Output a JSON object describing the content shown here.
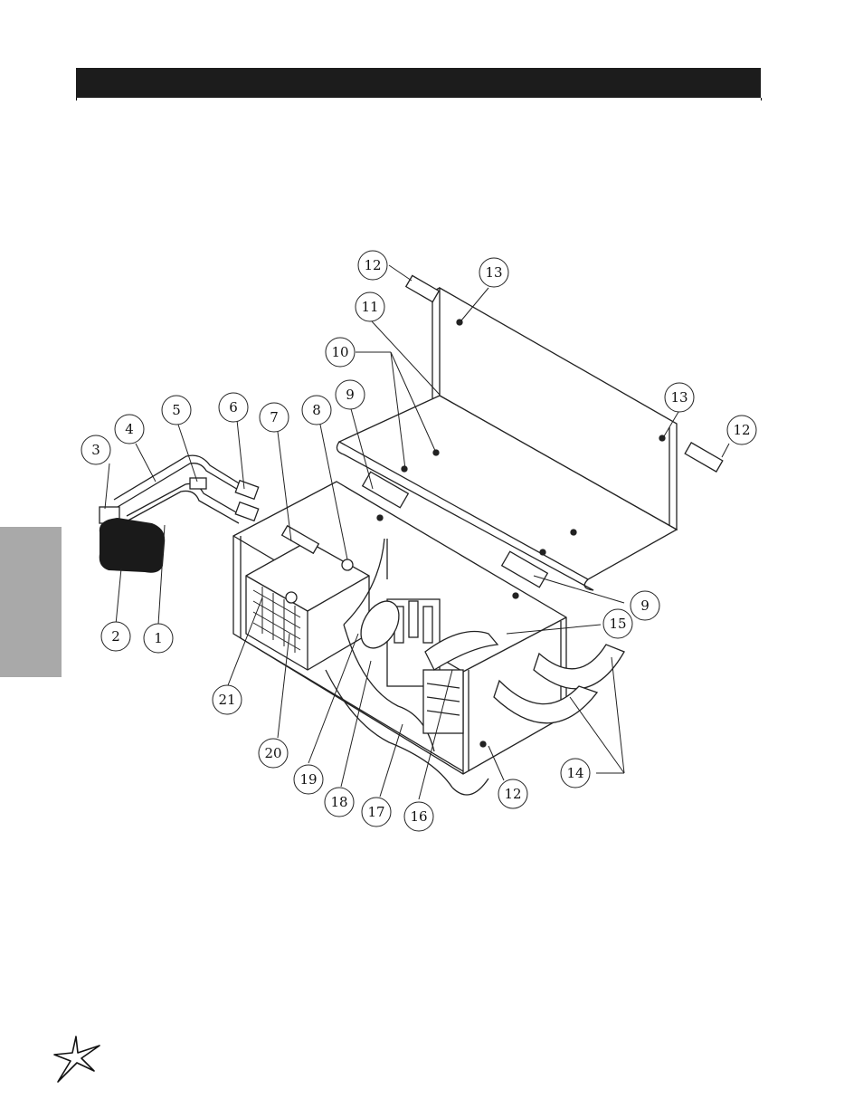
{
  "header": {
    "title": ""
  },
  "colors": {
    "header_bar": "#1c1c1c",
    "side_tab": "#a9a9a9",
    "line": "#222222",
    "part_dark": "#1a1a1a"
  },
  "callouts": [
    {
      "id": "c1",
      "label": "1"
    },
    {
      "id": "c2",
      "label": "2"
    },
    {
      "id": "c3",
      "label": "3"
    },
    {
      "id": "c4",
      "label": "4"
    },
    {
      "id": "c5",
      "label": "5"
    },
    {
      "id": "c6",
      "label": "6"
    },
    {
      "id": "c7",
      "label": "7"
    },
    {
      "id": "c8",
      "label": "8"
    },
    {
      "id": "c9a",
      "label": "9"
    },
    {
      "id": "c9b",
      "label": "9"
    },
    {
      "id": "c10",
      "label": "10"
    },
    {
      "id": "c11",
      "label": "11"
    },
    {
      "id": "c12a",
      "label": "12"
    },
    {
      "id": "c12b",
      "label": "12"
    },
    {
      "id": "c12c",
      "label": "12"
    },
    {
      "id": "c13a",
      "label": "13"
    },
    {
      "id": "c13b",
      "label": "13"
    },
    {
      "id": "c14",
      "label": "14"
    },
    {
      "id": "c15",
      "label": "15"
    },
    {
      "id": "c16",
      "label": "16"
    },
    {
      "id": "c17",
      "label": "17"
    },
    {
      "id": "c18",
      "label": "18"
    },
    {
      "id": "c19",
      "label": "19"
    },
    {
      "id": "c20",
      "label": "20"
    },
    {
      "id": "c21",
      "label": "21"
    }
  ],
  "logo": {
    "icon": "star-logo-icon"
  }
}
